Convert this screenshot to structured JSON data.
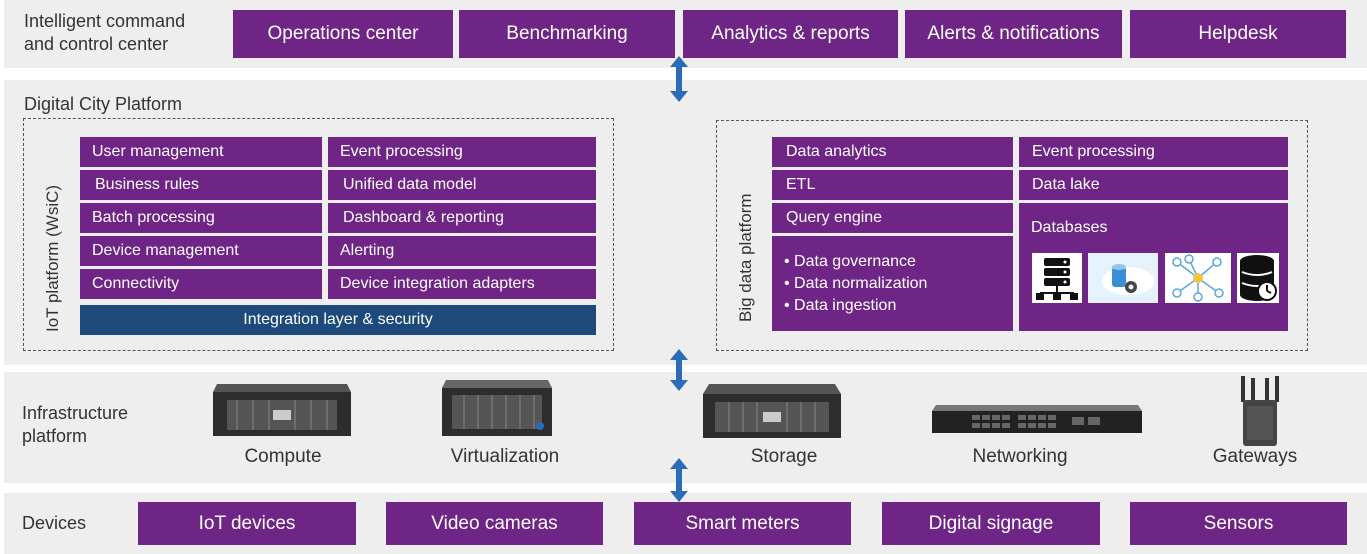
{
  "top": {
    "title": "Intelligent command and control center",
    "title_line1": "Intelligent command",
    "title_line2": "and control center",
    "buttons": [
      "Operations center",
      "Benchmarking",
      "Analytics & reports",
      "Alerts & notifications",
      "Helpdesk"
    ]
  },
  "platform": {
    "title": "Digital City Platform",
    "iot": {
      "title": "IoT platform (WsiC)",
      "left": [
        "User management",
        "Business rules",
        "Batch processing",
        "Device management",
        "Connectivity"
      ],
      "right": [
        "Event processing",
        "Unified data model",
        "Dashboard & reporting",
        "Alerting",
        "Device integration adapters"
      ],
      "integration": "Integration layer & security"
    },
    "bigdata": {
      "title": "Big data platform",
      "left": [
        "Data analytics",
        "ETL",
        "Query engine"
      ],
      "bullets": [
        "Data governance",
        "Data normalization",
        "Data ingestion"
      ],
      "right": [
        "Event processing",
        "Data lake"
      ],
      "databases": "Databases",
      "db_icons": [
        "database-server-icon",
        "cloud-database-icon",
        "graph-network-icon",
        "database-clock-icon"
      ]
    }
  },
  "infrastructure": {
    "title_line1": "Infrastructure",
    "title_line2": "platform",
    "items": [
      "Compute",
      "Virtualization",
      "Storage",
      "Networking",
      "Gateways"
    ]
  },
  "devices": {
    "title": "Devices",
    "buttons": [
      "IoT devices",
      "Video cameras",
      "Smart meters",
      "Digital signage",
      "Sensors"
    ]
  },
  "colors": {
    "purple": "#6e2585",
    "navy": "#1d4a7a",
    "band": "#eeeeee",
    "arrow": "#2b6cb8"
  }
}
